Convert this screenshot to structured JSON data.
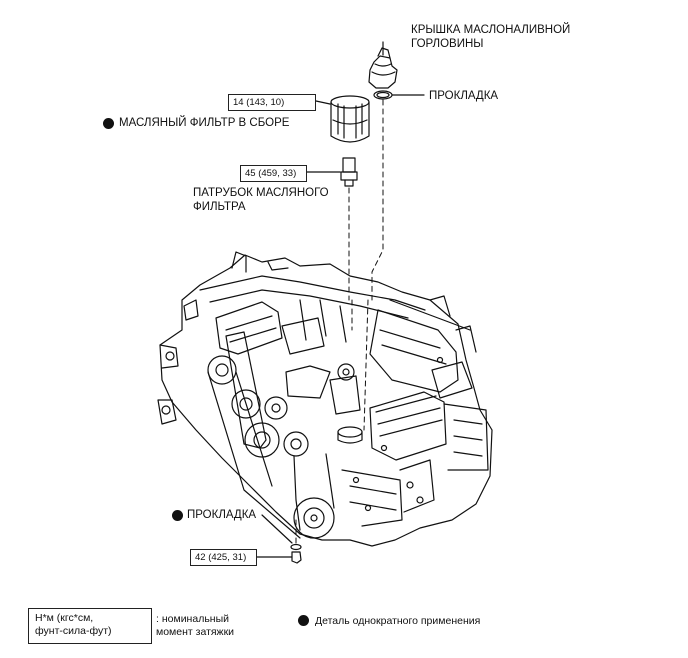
{
  "callouts": {
    "oil_filler_cap": "КРЫШКА МАСЛОНАЛИВНОЙ\nГОРЛОВИНЫ",
    "cap_gasket": "ПРОКЛАДКА",
    "oil_filter_assy": "МАСЛЯНЫЙ ФИЛЬТР В СБОРЕ",
    "oil_filter_union": "ПАТРУБОК МАСЛЯНОГО\nФИЛЬТРА",
    "drain_gasket": "ПРОКЛАДКА"
  },
  "torque": {
    "oil_filter": "14 (143, 10)",
    "filter_union": "45 (459, 33)",
    "drain_plug": "42 (425, 31)"
  },
  "legend": {
    "torque_units": "Н*м (кгс*см,\nфунт-сила-фут)",
    "torque_desc": ": номинальный\nмомент затяжки",
    "non_reusable": "Деталь однократного применения"
  }
}
